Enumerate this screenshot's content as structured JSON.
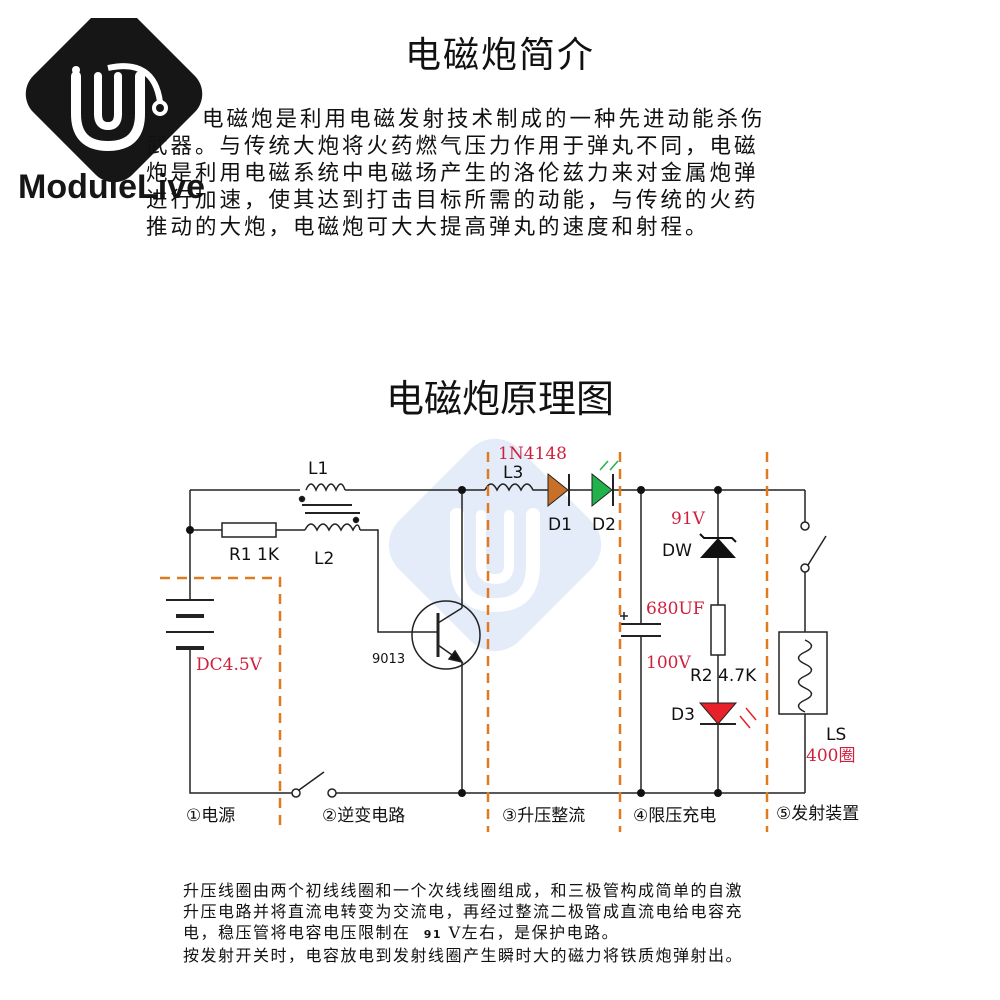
{
  "logo": {
    "text": "ModuleLive",
    "icon": "circuit-logo-icon"
  },
  "header": {
    "title": "电磁炮简介"
  },
  "intro": {
    "lines": [
      "电磁炮是利用电磁发射技术制成的一种先进动能杀伤",
      "武器。与传统大炮将火药燃气压力作用于弹丸不同，电磁",
      "炮是利用电磁系统中电磁场产生的洛伦兹力来对金属炮弹",
      "进行加速，使其达到打击目标所需的动能，与传统的火药",
      "推动的大炮，电磁炮可大大提高弹丸的速度和射程。"
    ]
  },
  "diagram": {
    "title": "电磁炮原理图",
    "labels": {
      "L1": "L1",
      "L2": "L2",
      "R1": "R1 1K",
      "battery": "DC4.5V",
      "transistor": "9013",
      "diode_model": "1N4148",
      "L3": "L3",
      "D1": "D1",
      "D2": "D2",
      "zener_voltage": "91V",
      "DW": "DW",
      "cap_value": "680UF",
      "cap_voltage": "100V",
      "R2": "R2 4.7K",
      "D3": "D3",
      "LS": "LS",
      "LS_turns": "400圈"
    },
    "stages": [
      "①电源",
      "②逆变电路",
      "③升压整流",
      "④限压充电",
      "⑤发射装置"
    ],
    "colors": {
      "divider": "#e07a1f",
      "red_text": "#d01f3c",
      "diode_d1": "#c8702a",
      "diode_d2": "#22b24c",
      "led_d3": "#e8202a"
    }
  },
  "footer": {
    "line1": "升压线圈由两个初线线圈和一个次线线圈组成，和三极管构成简单的自激",
    "line2": "升压电路并将直流电转变为交流电，再经过整流二极管成直流电给电容充",
    "line3_before": "电，稳压管将电容电压限制在",
    "line3_number": "91",
    "line3_after": "V左右，是保护电路。",
    "line4": "按发射开关时，电容放电到发射线圈产生瞬时大的磁力将铁质炮弹射出。"
  }
}
